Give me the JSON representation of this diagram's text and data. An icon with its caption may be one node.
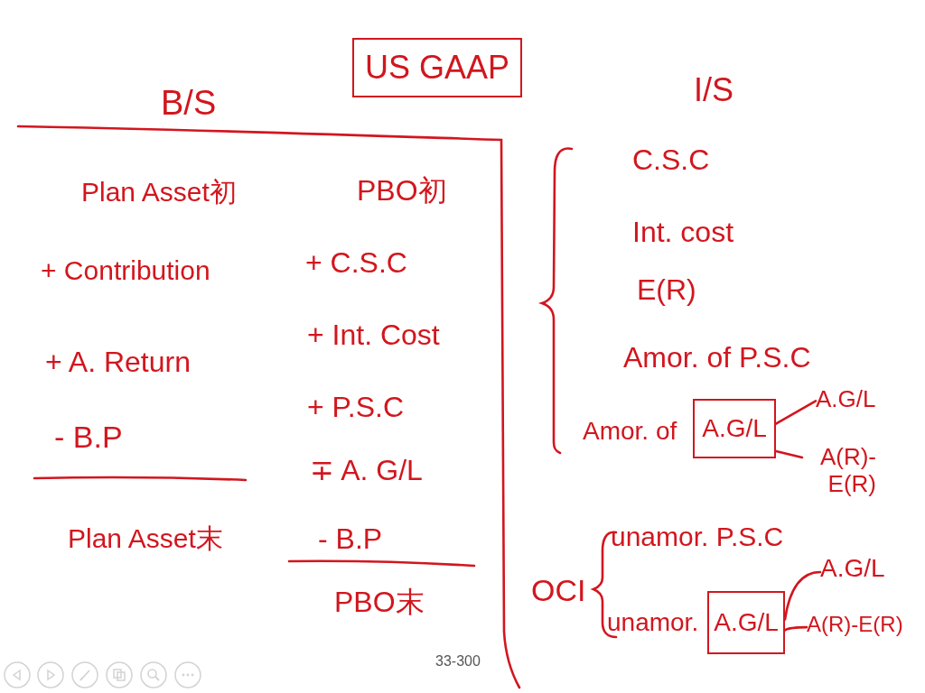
{
  "diagram": {
    "nodes": [
      {
        "text": [
          "US GAAP"
        ]
      },
      {
        "text": [
          "A.G/L"
        ],
        "beside": [
          "Amor. of"
        ]
      },
      {
        "text": [
          "A.G/L"
        ]
      },
      {
        "text": [
          "A(R)- E(R)"
        ]
      },
      {
        "text": [
          "A.G/L"
        ],
        "beside": [
          "unamor."
        ]
      },
      {
        "text": [
          "A.G/L"
        ]
      },
      {
        "text": [
          "A(R)-E(R)"
        ]
      }
    ],
    "edges": [
      {
        "from": 1,
        "to": 2,
        "arrow": "none"
      },
      {
        "from": 1,
        "to": 3,
        "arrow": "none"
      },
      {
        "from": 4,
        "to": 5,
        "arrow": "none"
      },
      {
        "from": 4,
        "to": 6,
        "arrow": "none"
      }
    ],
    "labels": [
      "B/S",
      "Plan Asset初",
      "+ Contribution",
      "+ A. Return",
      "- B.P",
      "Plan Asset末",
      "PBO初",
      "+ C.S.C",
      "+ Int. Cost",
      "+ P.S.C",
      "∓ A. G/L",
      "- B.P",
      "PBO末",
      "I/S",
      "C.S.C",
      "Int. cost",
      "E(R)",
      "Amor. of P.S.C",
      "OCI",
      "unamor. P.S.C",
      "33-300"
    ]
  }
}
